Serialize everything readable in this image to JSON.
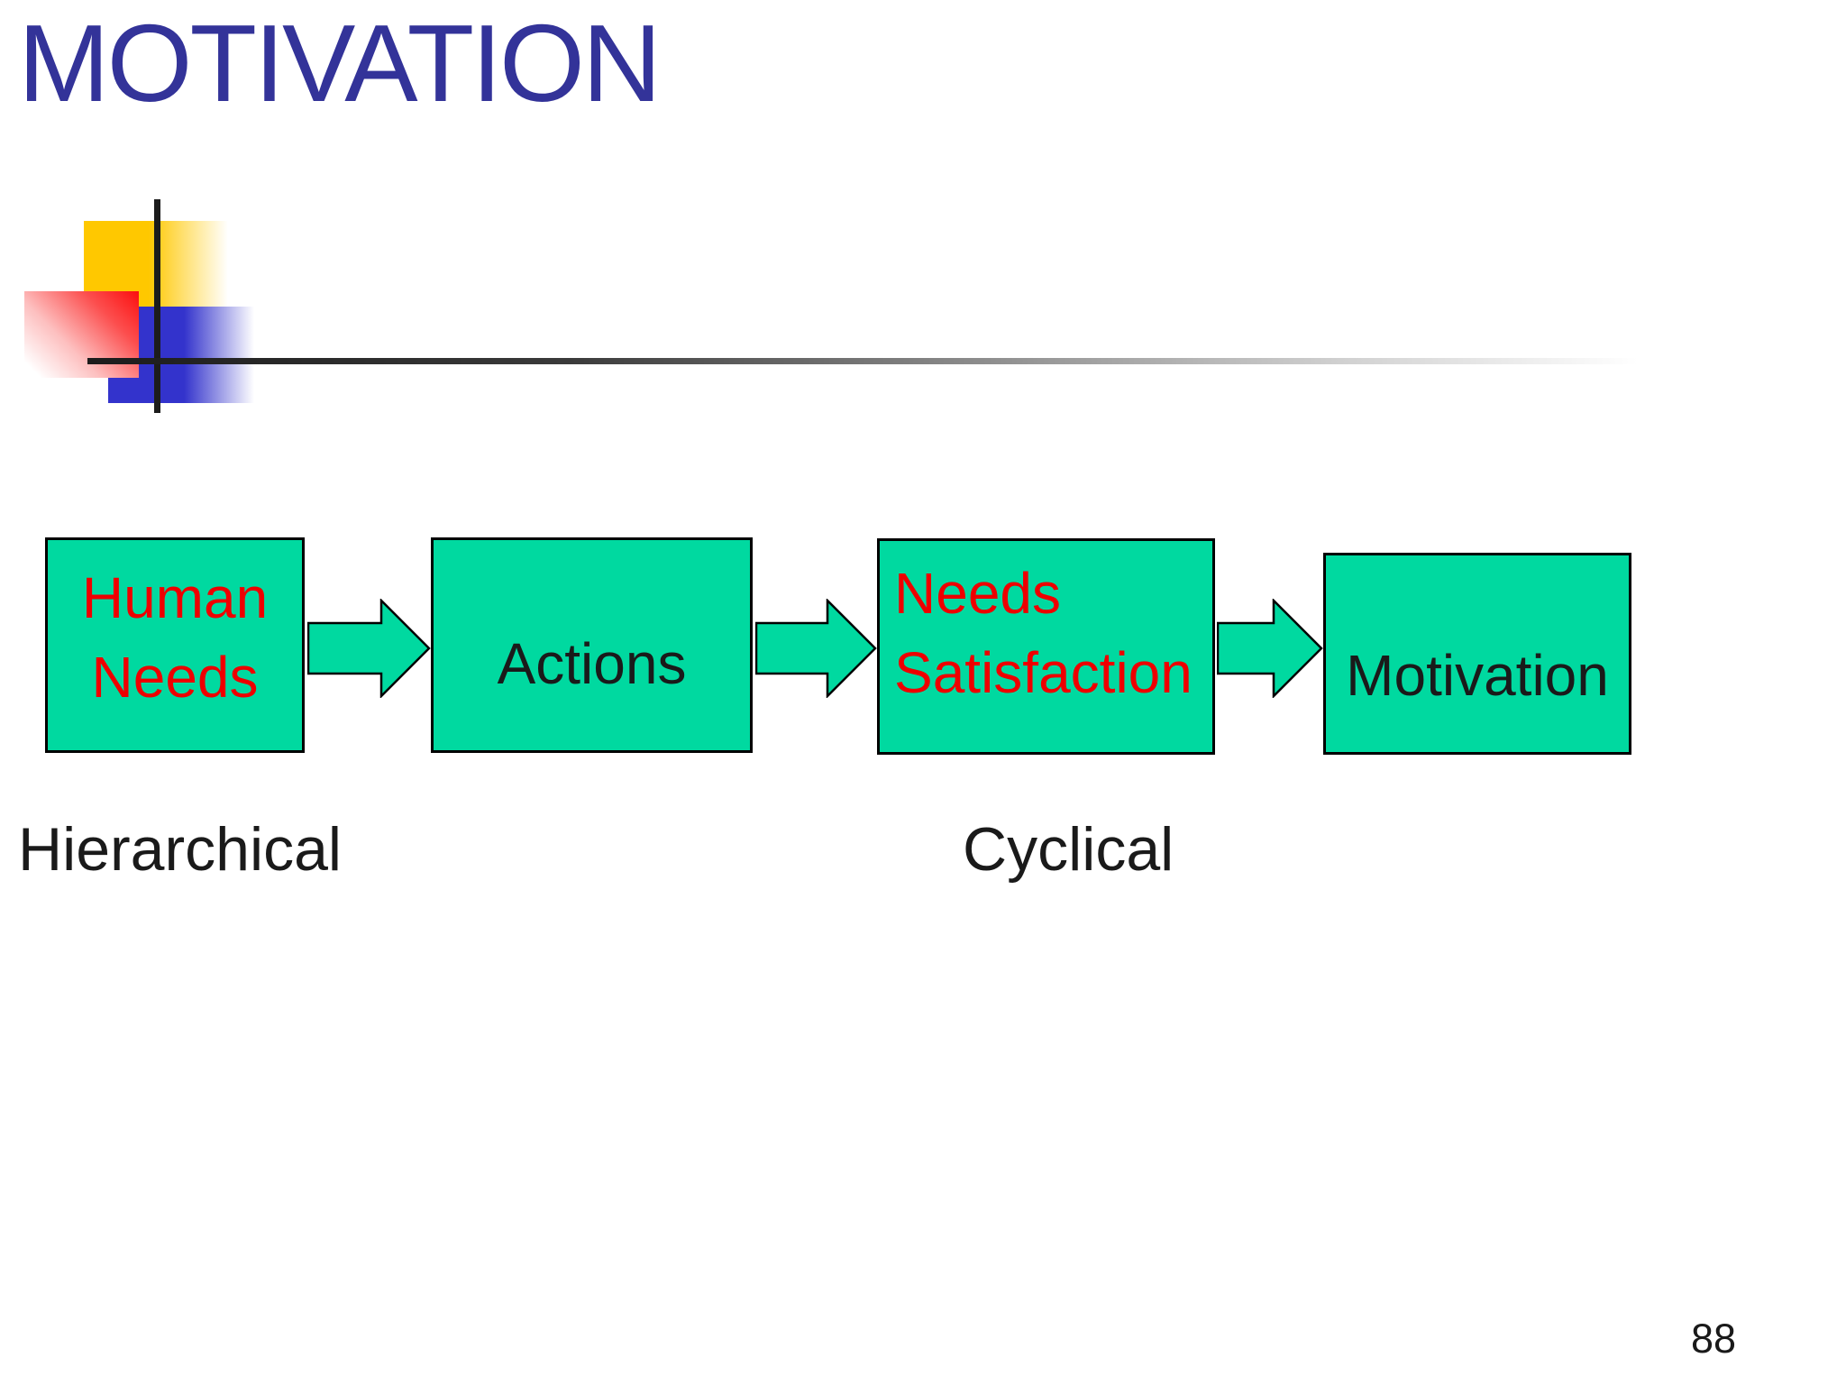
{
  "slide": {
    "title": "MOTIVATION",
    "page_number": "88"
  },
  "flow": {
    "boxes": [
      {
        "name": "human-needs",
        "lines": [
          "Human",
          "Needs"
        ],
        "text_color": "#ee0000"
      },
      {
        "name": "actions",
        "lines": [
          "Actions"
        ],
        "text_color": "#1a1a1a"
      },
      {
        "name": "needs-satisfaction",
        "lines": [
          "Needs",
          "Satisfaction"
        ],
        "text_color": "#ee0000"
      },
      {
        "name": "motivation",
        "lines": [
          "Motivation"
        ],
        "text_color": "#1a1a1a"
      }
    ]
  },
  "captions": {
    "left": "Hierarchical",
    "right": "Cyclical"
  },
  "colors": {
    "title": "#333399",
    "box_fill": "#00d9a0",
    "box_border": "#000000",
    "red_text": "#ee0000",
    "black_text": "#1a1a1a",
    "accent_yellow": "#ffc800",
    "accent_red": "#fb0f0f",
    "accent_blue": "#3333cc",
    "line_dark": "#1c1c1c"
  }
}
